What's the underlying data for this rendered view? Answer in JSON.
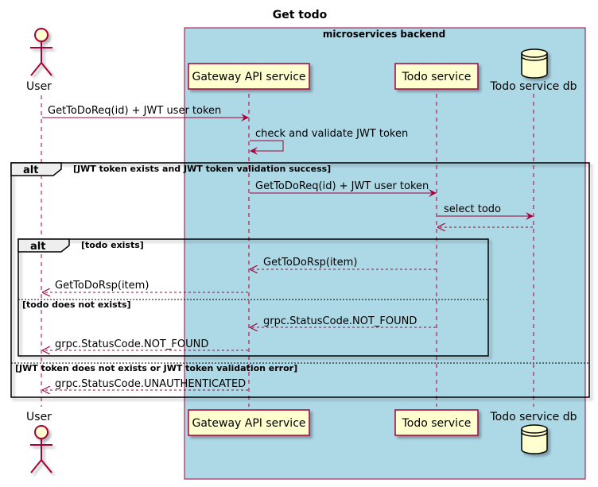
{
  "title": "Get todo",
  "colors": {
    "box_fill": "#ADD8E6",
    "box_stroke": "#A80036",
    "participant_fill": "#FEFECE",
    "arrow": "#A80036",
    "lifeline": "#A80036"
  },
  "box": {
    "label": "microservices backend"
  },
  "participants": {
    "user": {
      "label": "User",
      "icon": "actor-icon"
    },
    "gateway": {
      "label": "Gateway API service"
    },
    "todo": {
      "label": "Todo service"
    },
    "db": {
      "label": "Todo service db",
      "icon": "database-icon"
    }
  },
  "messages": {
    "m1": "GetToDoReq(id) + JWT user token",
    "m2": "check and validate JWT token",
    "m3": "GetToDoReq(id) + JWT user token",
    "m4": "select todo",
    "m5": "GetToDoRsp(item)",
    "m6": "GetToDoRsp(item)",
    "m7": "grpc.StatusCode.NOT_FOUND",
    "m8": "grpc.StatusCode.NOT_FOUND",
    "m9": "grpc.StatusCode.UNAUTHENTICATED"
  },
  "fragments": {
    "outer": {
      "keyword": "alt",
      "guard1": "[JWT token exists and JWT token validation success]",
      "guard2": "[JWT token does not exists or JWT token validation error]"
    },
    "inner": {
      "keyword": "alt",
      "guard1": "[todo exists]",
      "guard2": "[todo does not exists]"
    }
  }
}
